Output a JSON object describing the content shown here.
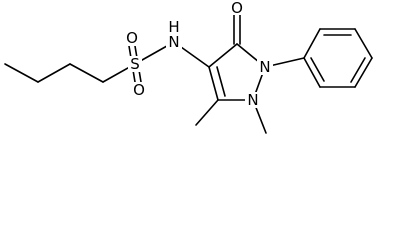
{
  "molecule": {
    "atoms": {
      "S": "S",
      "O1": "O",
      "O2": "O",
      "N_amide": "N",
      "H_amide": "H",
      "O3": "O",
      "N1": "N",
      "N2": "N"
    },
    "colors": {
      "bond": "#000000",
      "label": "#000000",
      "background": "#ffffff"
    }
  }
}
